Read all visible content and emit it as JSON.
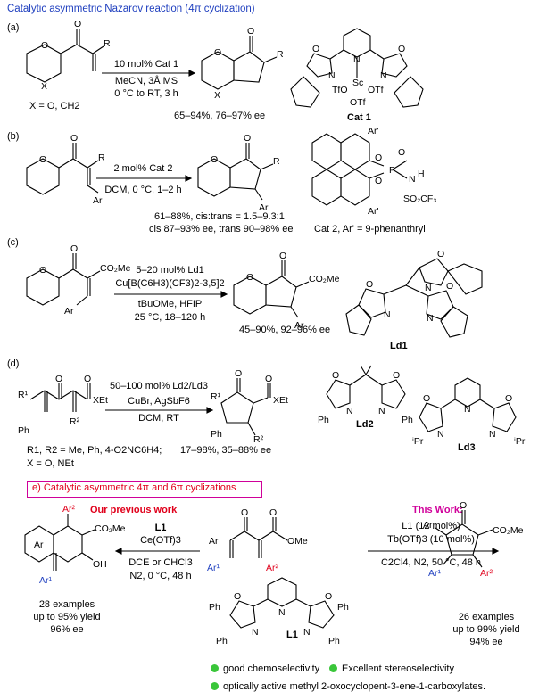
{
  "title": "Catalytic asymmetric Nazarov reaction (4π cyclization)",
  "a": {
    "label": "(a)",
    "x_note": "X = O, CH2",
    "cond1": "10 mol% Cat 1",
    "cond2": "MeCN, 3Å MS",
    "cond3": "0 °C to RT, 3 h",
    "result": "65–94%, 76–97% ee",
    "cat": "Cat 1"
  },
  "b": {
    "label": "(b)",
    "cond1": "2 mol% Cat 2",
    "cond2": "DCM, 0 °C, 1–2 h",
    "result1": "61–88%, cis:trans = 1.5–9.3:1",
    "result2": "cis 87–93% ee, trans 90–98% ee",
    "cat": "Cat 2, Ar' = 9-phenanthryl"
  },
  "c": {
    "label": "(c)",
    "cond1": "5–20 mol% Ld1",
    "cond2": "Cu[B(C6H3)(CF3)2-3,5]2",
    "cond3": "tBuOMe, HFIP",
    "cond4": "25 °C, 18–120 h",
    "result": "45–90%, 92–96% ee",
    "ligand": "Ld1"
  },
  "d": {
    "label": "(d)",
    "cond1": "50–100 mol% Ld2/Ld3",
    "cond2": "CuBr, AgSbF6",
    "cond3": "DCM, RT",
    "result": "17–98%, 35–88% ee",
    "subs1": "R1, R2 = Me, Ph, 4-O2NC6H4;",
    "subs2": "X = O, NEt",
    "ld2": "Ld2",
    "ld3": "Ld3"
  },
  "e": {
    "header": "e)  Catalytic asymmetric 4π and 6π cyclizations",
    "prev_title": "Our previous work",
    "prev_cond1": "L1",
    "prev_cond2": "Ce(OTf)3",
    "prev_cond3": "DCE or CHCl3",
    "prev_cond4": "N2, 0 °C, 48 h",
    "prev_res1": "28 examples",
    "prev_res2": "up to 95% yield",
    "prev_res3": "96% ee",
    "this_title": "This Work:",
    "this_cond1": "L1 (12 mol%)",
    "this_cond2": "Tb(OTf)3 (10 mol%)",
    "this_cond3": "C2Cl4, N2, 50 °C, 48 h",
    "this_res1": "26 examples",
    "this_res2": "up to 99% yield",
    "this_res3": "94% ee",
    "ligand": "L1"
  },
  "bullets": [
    "good chemoselectivity",
    "Excellent stereoselectivity",
    "optically active methyl 2-oxocyclopent-3-ene-1-carboxylates."
  ],
  "colors": {
    "title": "#1f3fbf",
    "accent_red": "#e0001b",
    "accent_magenta": "#d0009a",
    "bullet_green": "#3ac63a",
    "ar_blue": "#1f3fbf"
  }
}
